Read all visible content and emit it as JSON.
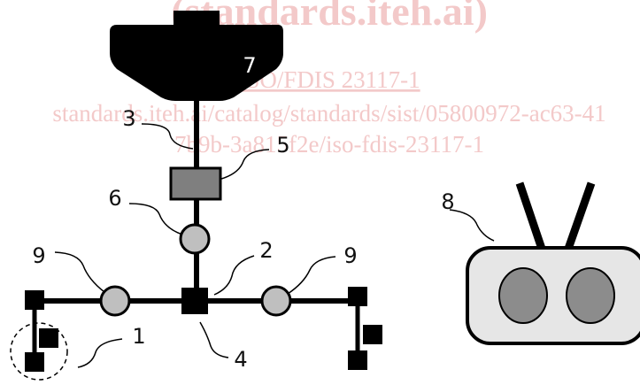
{
  "watermark": {
    "line1": "(standards.iteh.ai)",
    "line2": "ISO/FDIS 23117-1",
    "line3": "standards.iteh.ai/catalog/standards/sist/05800972-ac63-41",
    "line4": "7b9b-3a815f2e/iso-fdis-23117-1"
  },
  "labels": {
    "l1": "1",
    "l2": "2",
    "l3": "3",
    "l4": "4",
    "l5": "5",
    "l6": "6",
    "l7": "7",
    "l8": "8",
    "l9a": "9",
    "l9b": "9"
  },
  "colors": {
    "line": "#000000",
    "hopper": "#000000",
    "block5": "#7f7f7f",
    "ball": "#bfbfbf",
    "controller_body": "#e6e6e6",
    "controller_knob": "#8c8c8c"
  }
}
